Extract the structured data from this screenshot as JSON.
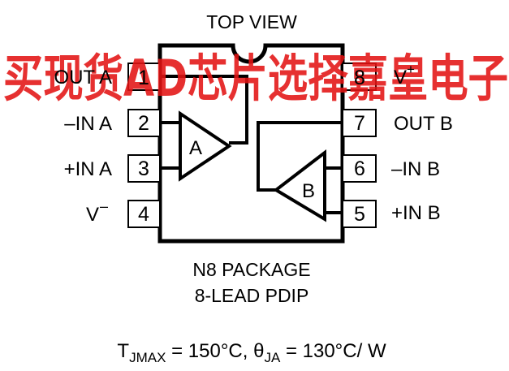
{
  "watermark": "买现货AD芯片选择嘉皇电子",
  "header": {
    "top_view": "TOP VIEW"
  },
  "pins": {
    "p1": {
      "number": "1",
      "name": "OUT A"
    },
    "p2": {
      "number": "2",
      "name": "–IN A"
    },
    "p3": {
      "number": "3",
      "name": "+IN A"
    },
    "p4": {
      "number": "4",
      "name": "V",
      "sup": "–"
    },
    "p5": {
      "number": "5",
      "name": "+IN B"
    },
    "p6": {
      "number": "6",
      "name": "–IN B"
    },
    "p7": {
      "number": "7",
      "name": "OUT B"
    },
    "p8": {
      "number": "8",
      "name": "V",
      "sup": "+"
    }
  },
  "amps": {
    "a": "A",
    "b": "B"
  },
  "package": {
    "line1": "N8 PACKAGE",
    "line2": "8-LEAD PDIP"
  },
  "thermal": {
    "t": "T",
    "t_sub": "JMAX",
    "t_val": " = 150°C, θ",
    "theta_sub": "JA",
    "theta_val": " = 130°C/ W"
  },
  "colors": {
    "line": "#000000",
    "watermark": "#e31414"
  }
}
